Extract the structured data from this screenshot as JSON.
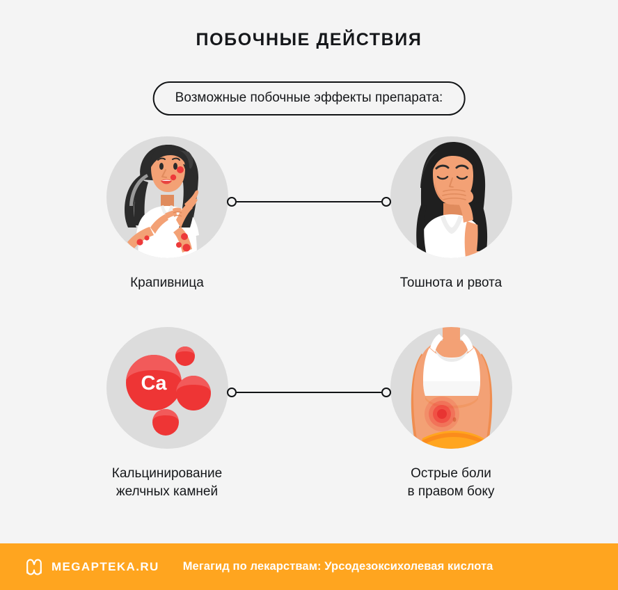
{
  "page": {
    "title": "ПОБОЧНЫЕ ДЕЙСТВИЯ",
    "subtitle": "Возможные побочные эффекты препарата:",
    "background_color": "#f4f4f4"
  },
  "colors": {
    "accent_orange": "#ffa51f",
    "circle_backdrop": "#dcdcdc",
    "ink": "#15171a",
    "red": "#ed3a3a",
    "skin": "#f3a175",
    "hair": "#2b2b2b",
    "shirt_white": "#ffffff"
  },
  "items": [
    {
      "id": "urticaria",
      "caption": "Крапивница",
      "illustration": "woman-with-hives",
      "position": "top-left"
    },
    {
      "id": "nausea",
      "caption": "Тошнота и рвота",
      "illustration": "woman-covering-mouth",
      "position": "top-right"
    },
    {
      "id": "gallstone-calcification",
      "caption": "Кальцинирование\nжелчных камней",
      "illustration": "calcium-spheres",
      "label": "Ca",
      "position": "bottom-left"
    },
    {
      "id": "right-side-pain",
      "caption": "Острые боли\nв правом боку",
      "illustration": "torso-abdominal-pain",
      "position": "bottom-right"
    }
  ],
  "connectors": [
    {
      "id": "connector-top",
      "from": "urticaria",
      "to": "nausea"
    },
    {
      "id": "connector-bottom",
      "from": "gallstone-calcification",
      "to": "right-side-pain"
    }
  ],
  "footer": {
    "logo_icon": "megapteka-m-logo-icon",
    "brand": "MEGAPTEKA.RU",
    "tagline": "Мегагид по лекарствам: Урсодезоксихолевая кислота"
  }
}
